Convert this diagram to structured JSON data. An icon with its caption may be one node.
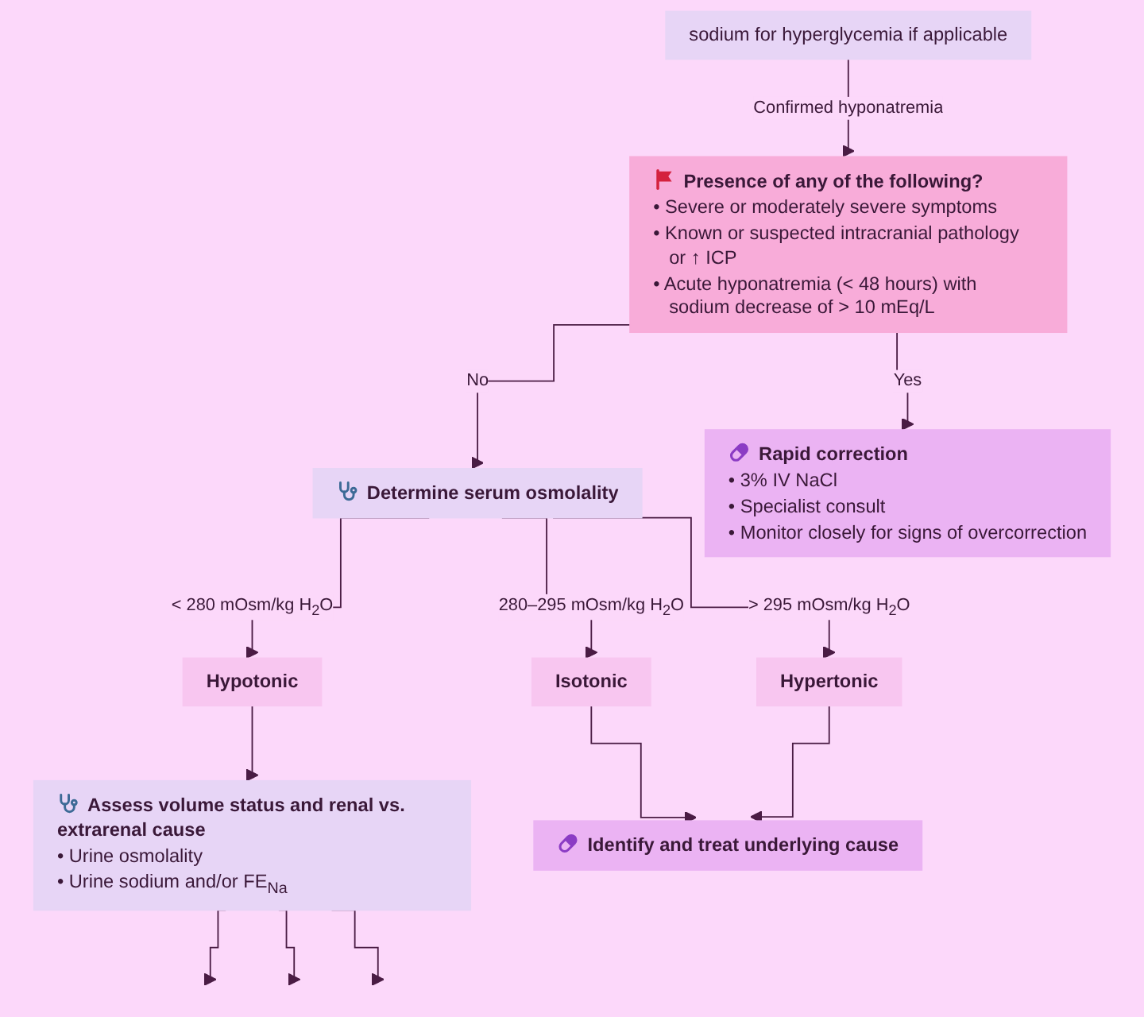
{
  "diagram": {
    "nodes": [
      {
        "text": [
          "sodium for hyperglycemia if applicable"
        ]
      },
      {
        "text": [
          "Presence of any of the following?",
          "• Severe or moderately severe symptoms",
          "• Known or suspected intracranial pathology or ↑ ICP",
          "• Acute hyponatremia (< 48 hours) with sodium decrease of > 10 mEq/L"
        ]
      },
      {
        "text": [
          "Rapid correction",
          "• 3% IV NaCl",
          "• Specialist consult",
          "• Monitor closely for signs of overcorrection"
        ]
      },
      {
        "text": [
          "Determine serum osmolality"
        ]
      },
      {
        "text": [
          "Hypotonic"
        ]
      },
      {
        "text": [
          "Isotonic"
        ]
      },
      {
        "text": [
          "Hypertonic"
        ]
      },
      {
        "text": [
          "Identify and treat underlying cause"
        ]
      },
      {
        "text": [
          "Assess volume status and renal vs. extrarenal cause",
          "• Urine osmolality",
          "• Urine sodium and/or FE$_{Na}$"
        ]
      }
    ],
    "edges": [
      {
        "from": 0,
        "to": 1,
        "arrow": "to",
        "label": "Confirmed hyponatremia"
      },
      {
        "from": 1,
        "to": 2,
        "arrow": "to",
        "label": "Yes"
      },
      {
        "from": 1,
        "to": 3,
        "arrow": "to",
        "label": "No"
      },
      {
        "from": 3,
        "to": 4,
        "arrow": "to",
        "label": "< 280 mOsm/kg H$_{2}$O"
      },
      {
        "from": 3,
        "to": 5,
        "arrow": "to",
        "label": "280–295 mOsm/kg H$_{2}$O"
      },
      {
        "from": 3,
        "to": 6,
        "arrow": "to",
        "label": "> 295 mOsm/kg H$_{2}$O"
      },
      {
        "from": 5,
        "to": 7,
        "arrow": "to"
      },
      {
        "from": 6,
        "to": 7,
        "arrow": "to"
      },
      {
        "from": 4,
        "to": 8,
        "arrow": "to"
      },
      {
        "from": 8,
        "to": null,
        "arrow": "to"
      },
      {
        "from": 8,
        "to": null,
        "arrow": "to"
      },
      {
        "from": 8,
        "to": null,
        "arrow": "to"
      }
    ]
  }
}
